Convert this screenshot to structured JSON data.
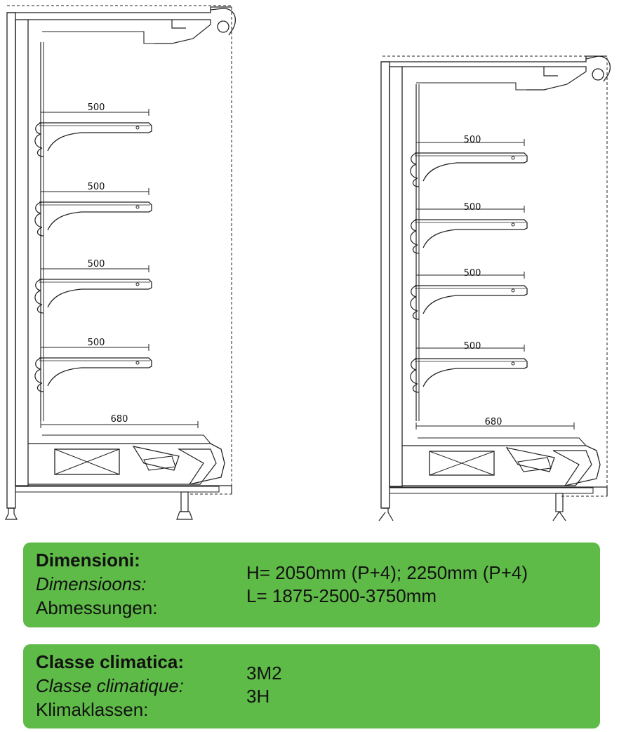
{
  "drawings": {
    "left": {
      "shelf_dims": [
        "500",
        "500",
        "500",
        "500"
      ],
      "base_dim": "680"
    },
    "right": {
      "shelf_dims": [
        "500",
        "500",
        "500",
        "500"
      ],
      "base_dim": "680"
    }
  },
  "dimensions_panel": {
    "label_it": "Dimensioni:",
    "label_fr": "Dimensioons:",
    "label_de": "Abmessungen:",
    "value_height": "H= 2050mm (P+4); 2250mm (P+4)",
    "value_length": "L=  1875-2500-3750mm"
  },
  "climate_panel": {
    "label_it": "Classe climatica:",
    "label_fr": "Classe climatique:",
    "label_de": "Klimaklassen:",
    "value_1": "3M2",
    "value_2": "3H"
  },
  "colors": {
    "panel_green": "#5fbb47",
    "line": "#222222"
  }
}
